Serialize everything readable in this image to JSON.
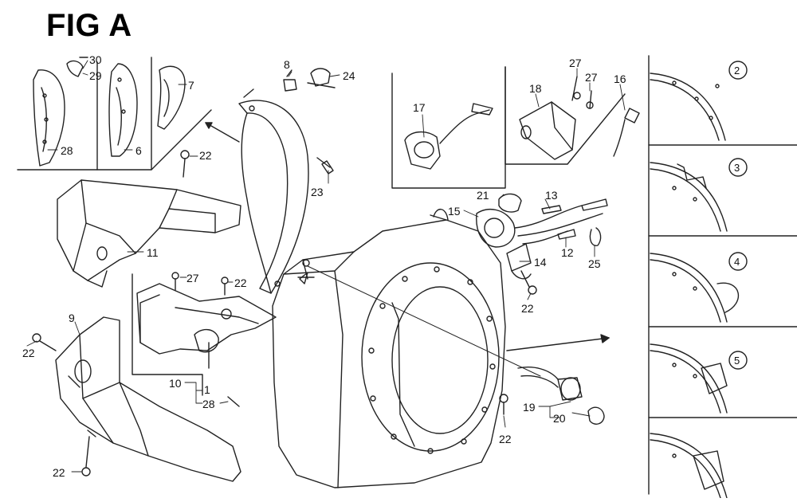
{
  "figure": {
    "title": "FIG A"
  },
  "callouts": {
    "c30": "30",
    "c29": "29",
    "c28a": "28",
    "c6": "6",
    "c7": "7",
    "c8": "8",
    "c24": "24",
    "c22a": "22",
    "c23": "23",
    "c11": "11",
    "c27a": "27",
    "c22b": "22",
    "c9": "9",
    "c22c": "22",
    "c10": "10",
    "c1": "1",
    "c28b": "28",
    "c22d": "22",
    "c17": "17",
    "c18": "18",
    "c27b": "27",
    "c27c": "27",
    "c16": "16",
    "c21": "21",
    "c13": "13",
    "c15": "15",
    "c12": "12",
    "c14": "14",
    "c25": "25",
    "c22e": "22",
    "c19": "19",
    "c20": "20",
    "c22f": "22"
  },
  "detail_panels": [
    "2",
    "3",
    "4",
    "5"
  ]
}
